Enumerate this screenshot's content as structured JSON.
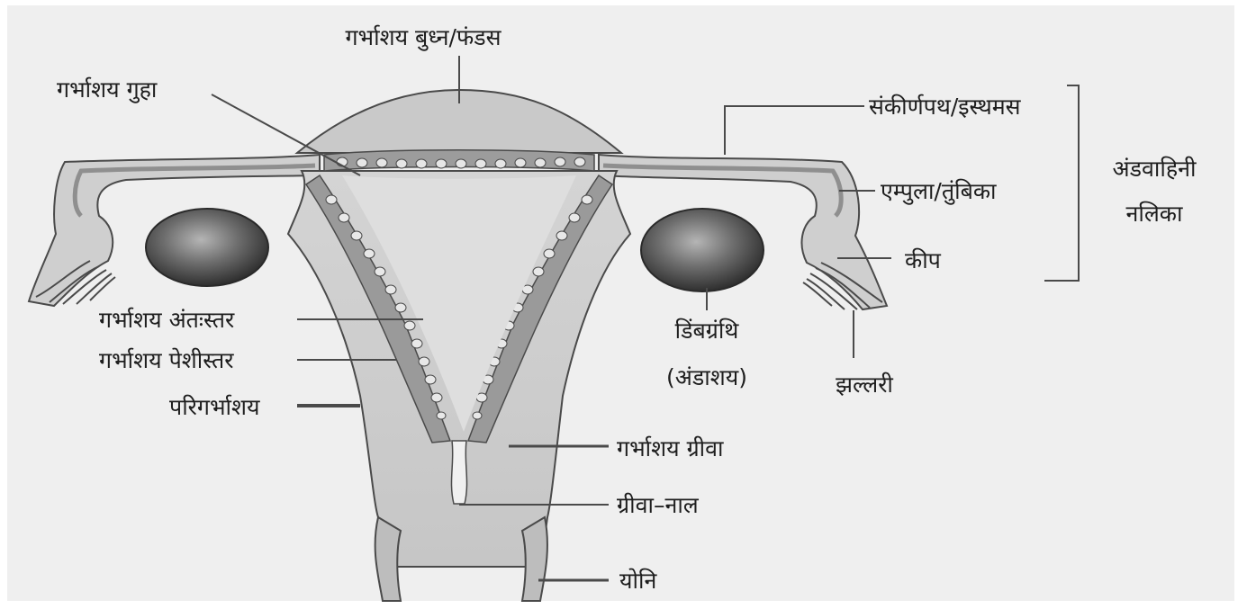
{
  "diagram": {
    "labels": {
      "fundus": "गर्भाशय बुध्न/फंडस",
      "uterine_cavity": "गर्भाशय गुहा",
      "isthmus": "संकीर्णपथ/इस्थमस",
      "oviduct_line1": "अंडवाहिनी",
      "oviduct_line2": "नलिका",
      "ampulla": "एम्पुला/तुंबिका",
      "infundibulum": "कीप",
      "endometrium": "गर्भाशय अंतःस्तर",
      "myometrium": "गर्भाशय पेशीस्तर",
      "perimetrium": "परिगर्भाशय",
      "ovary_line1": "डिंबग्रंथि",
      "ovary_line2": "(अंडाशय)",
      "fimbriae": "झल्लरी",
      "cervix": "गर्भाशय ग्रीवा",
      "cervical_canal": "ग्रीवा–नाल",
      "vagina": "योनि"
    },
    "colors": {
      "background": "#efefef",
      "tissue_light": "#d6d6d6",
      "tissue_mid": "#bdbdbd",
      "tissue_dark": "#8f8f8f",
      "ovary_dark": "#3a3a3a",
      "outline": "#4a4a4a"
    }
  }
}
